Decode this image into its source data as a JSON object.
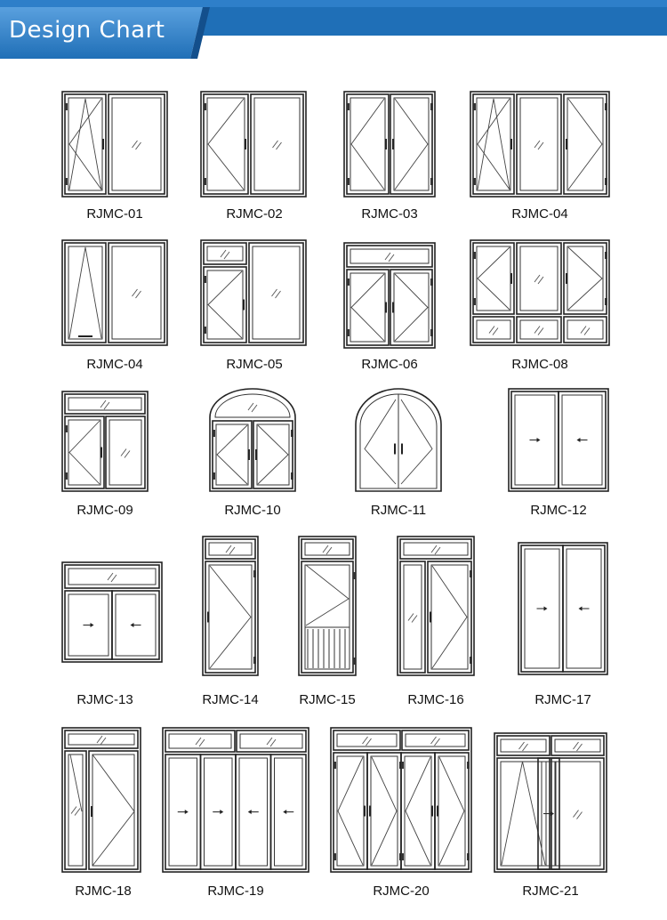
{
  "header": {
    "title": "Design Chart",
    "colors": {
      "banner_main": "#1f6fb7",
      "banner_dark": "#134f8c",
      "banner_light": "#4d93d4"
    }
  },
  "designs": [
    {
      "code": "RJMC-01",
      "type": "tilt-turn + fixed"
    },
    {
      "code": "RJMC-02",
      "type": "casement + fixed"
    },
    {
      "code": "RJMC-03",
      "type": "double casement"
    },
    {
      "code": "RJMC-04",
      "type": "tilt-turn + fixed + casement"
    },
    {
      "code": "RJMC-04",
      "type": "top-hung + fixed"
    },
    {
      "code": "RJMC-05",
      "type": "transom + casement + fixed"
    },
    {
      "code": "RJMC-06",
      "type": "transom + double casement"
    },
    {
      "code": "RJMC-08",
      "type": "casement + fixed + casement + bottom lights"
    },
    {
      "code": "RJMC-09",
      "type": "transom + double casement"
    },
    {
      "code": "RJMC-10",
      "type": "arched transom + double casement"
    },
    {
      "code": "RJMC-11",
      "type": "arched double casement"
    },
    {
      "code": "RJMC-12",
      "type": "double sliding"
    },
    {
      "code": "RJMC-13",
      "type": "transom + double sliding"
    },
    {
      "code": "RJMC-14",
      "type": "transom + casement door"
    },
    {
      "code": "RJMC-15",
      "type": "transom + casement door with louver"
    },
    {
      "code": "RJMC-16",
      "type": "transom + fixed + casement door"
    },
    {
      "code": "RJMC-17",
      "type": "double sliding door"
    },
    {
      "code": "RJMC-18",
      "type": "transom + fixed + casement door"
    },
    {
      "code": "RJMC-19",
      "type": "transom + four panel sliding door"
    },
    {
      "code": "RJMC-20",
      "type": "transom + four panel folding door"
    },
    {
      "code": "RJMC-21",
      "type": "transom + casement + fixed door"
    }
  ]
}
